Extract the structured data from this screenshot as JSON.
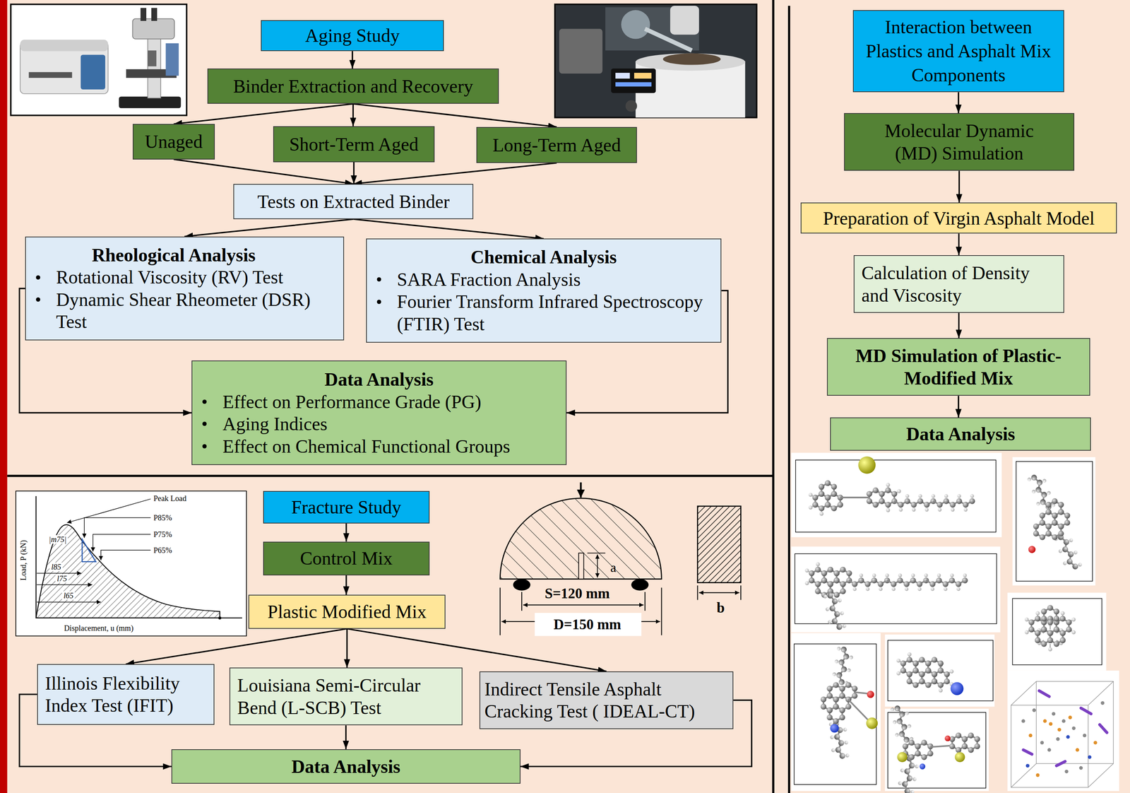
{
  "diagram": {
    "nodes": [
      {
        "text": [
          "Aging Study"
        ]
      },
      {
        "text": [
          "Binder Extraction and Recovery"
        ]
      },
      {
        "text": [
          "Unaged"
        ]
      },
      {
        "text": [
          "Short-Term Aged"
        ]
      },
      {
        "text": [
          "Long-Term Aged"
        ]
      },
      {
        "text": [
          "Tests on Extracted Binder"
        ]
      },
      {
        "text": [
          "Rheological Analysis",
          "Rotational Viscosity (RV) Test",
          "Dynamic Shear Rheometer (DSR) Test"
        ]
      },
      {
        "text": [
          "Chemical Analysis",
          "SARA Fraction Analysis",
          "Fourier Transform Infrared Spectroscopy (FTIR) Test"
        ]
      },
      {
        "text": [
          "Data Analysis",
          "Effect on Performance Grade (PG)",
          "Aging Indices",
          "Effect on Chemical Functional Groups"
        ]
      },
      {
        "text": [
          "Interaction between Plastics and Asphalt Mix Components"
        ]
      },
      {
        "text": [
          "Molecular Dynamic (MD) Simulation"
        ]
      },
      {
        "text": [
          "Preparation of Virgin Asphalt Model"
        ]
      },
      {
        "text": [
          "Calculation of Density and Viscosity"
        ]
      },
      {
        "text": [
          "MD Simulation of Plastic-Modified Mix"
        ]
      },
      {
        "text": [
          "Data Analysis"
        ]
      },
      {
        "text": [
          "Fracture Study"
        ]
      },
      {
        "text": [
          "Control Mix"
        ]
      },
      {
        "text": [
          "Plastic Modified Mix"
        ]
      },
      {
        "text": [
          "Illinois Flexibility Index Test (IFIT)"
        ]
      },
      {
        "text": [
          "Louisiana Semi-Circular Bend (L-SCB) Test"
        ]
      },
      {
        "text": [
          "Indirect Tensile Asphalt Cracking Test ( IDEAL-CT)"
        ]
      },
      {
        "text": [
          "Data Analysis"
        ]
      }
    ],
    "edges": [
      {
        "from": 0,
        "to": 1,
        "arrow": "to"
      },
      {
        "from": 1,
        "to": 2,
        "arrow": "to"
      },
      {
        "from": 1,
        "to": 3,
        "arrow": "to"
      },
      {
        "from": 1,
        "to": 4,
        "arrow": "to"
      },
      {
        "from": 2,
        "to": 5,
        "arrow": "to"
      },
      {
        "from": 3,
        "to": 5,
        "arrow": "to"
      },
      {
        "from": 4,
        "to": 5,
        "arrow": "to"
      },
      {
        "from": 5,
        "to": 6,
        "arrow": "to"
      },
      {
        "from": 5,
        "to": 7,
        "arrow": "to"
      },
      {
        "from": 6,
        "to": 8,
        "arrow": "to"
      },
      {
        "from": 7,
        "to": 8,
        "arrow": "to"
      },
      {
        "from": 9,
        "to": 10,
        "arrow": "to"
      },
      {
        "from": 10,
        "to": 11,
        "arrow": "to"
      },
      {
        "from": 11,
        "to": 12,
        "arrow": "to"
      },
      {
        "from": 12,
        "to": 13,
        "arrow": "to"
      },
      {
        "from": 13,
        "to": 14,
        "arrow": "to"
      },
      {
        "from": 15,
        "to": 16,
        "arrow": "to"
      },
      {
        "from": 16,
        "to": 17,
        "arrow": "to"
      },
      {
        "from": 17,
        "to": 18,
        "arrow": "to"
      },
      {
        "from": 17,
        "to": 19,
        "arrow": "to"
      },
      {
        "from": 17,
        "to": 20,
        "arrow": "to"
      },
      {
        "from": 18,
        "to": 21,
        "arrow": "to"
      },
      {
        "from": 19,
        "to": 21,
        "arrow": "to"
      },
      {
        "from": 20,
        "to": 21,
        "arrow": "to"
      }
    ],
    "labels": [
      "Peak Load",
      "P85%",
      "P75%",
      "P65%",
      "|m75|",
      "l85",
      "l75",
      "l65",
      "Load, P (kN)",
      "Displacement, u (mm)",
      "a",
      "S=120 mm",
      "D=150 mm",
      "b"
    ]
  }
}
